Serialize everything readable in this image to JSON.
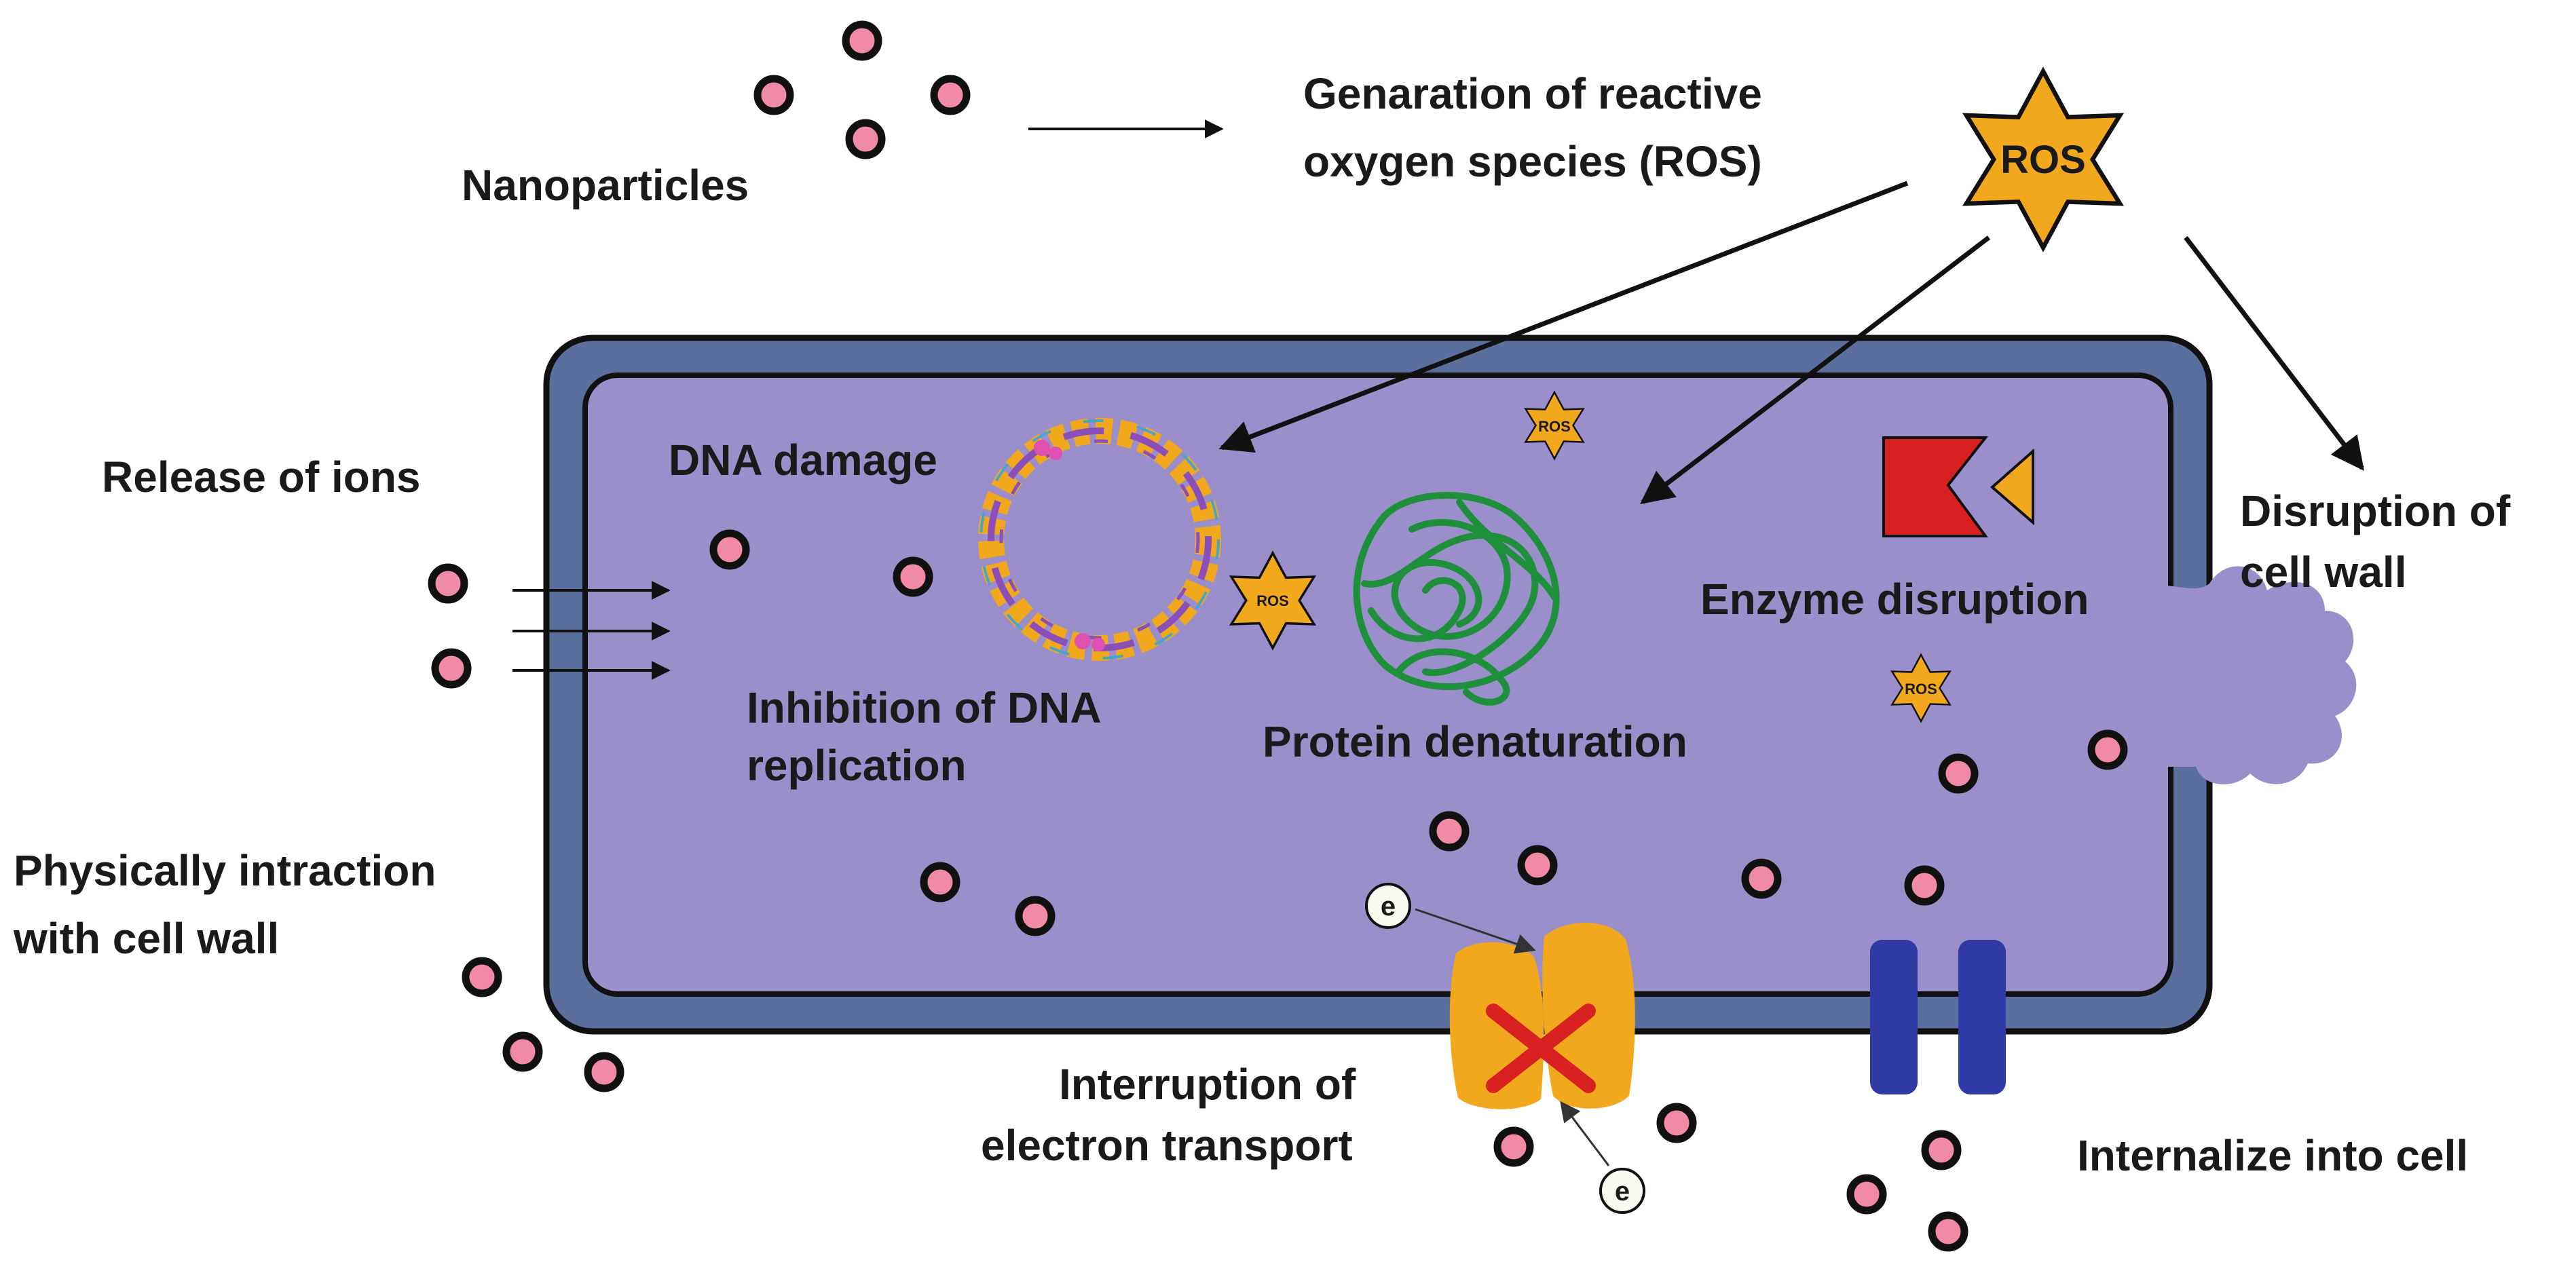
{
  "labels": {
    "nanoparticles": "Nanoparticles",
    "ros_line1": "Genaration of reactive",
    "ros_line2": "oxygen species (ROS)",
    "ros_star": "ROS",
    "ros_small": "ROS",
    "release_ions": "Release of ions",
    "dna_damage": "DNA damage",
    "inhibition_line1": "Inhibition of DNA",
    "inhibition_line2": "replication",
    "protein_denaturation": "Protein denaturation",
    "enzyme_disruption": "Enzyme disruption",
    "disruption_line1": "Disruption of",
    "disruption_line2": "cell wall",
    "physical_line1": "Physically intraction",
    "physical_line2": "with cell wall",
    "interruption_line1": "Interruption of",
    "interruption_line2": "electron transport",
    "internalize": "Internalize into cell",
    "electron": "e"
  },
  "colors": {
    "cell_wall": "#5b6f9e",
    "cytoplasm": "#9a8fca",
    "nanoparticle_fill": "#f08aa6",
    "ros": "#f2a81d",
    "protein": "#1e8f3a",
    "enzyme_red": "#d92020",
    "transport_protein": "#f2a81d",
    "channel": "#2f3aa5",
    "dna_orange": "#f2a81d",
    "dna_purple": "#8a4fb8"
  }
}
